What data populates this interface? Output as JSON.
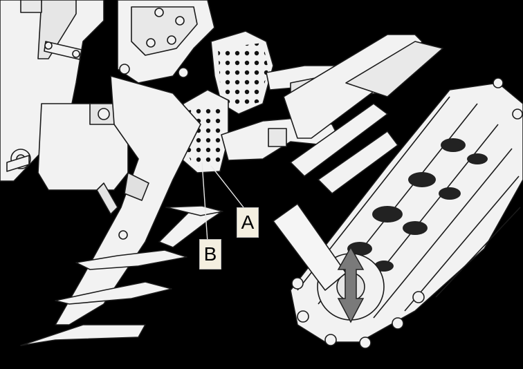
{
  "colors": {
    "background": "#000000",
    "part_fill": "#f2f2f2",
    "outline": "#1a1a1a",
    "arrow_fill": "#7a7a7a"
  },
  "callouts": {
    "a": {
      "label": "A"
    },
    "b": {
      "label": "B"
    }
  },
  "icons": {
    "adjustment_arrow": "double-headed-vertical-arrow"
  }
}
